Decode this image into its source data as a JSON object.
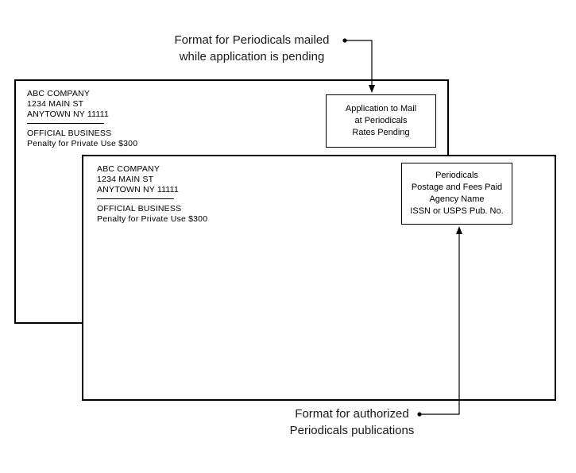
{
  "colors": {
    "ink": "#000000",
    "paper": "#ffffff"
  },
  "annotations": {
    "pending": {
      "line1": "Format for Periodicals mailed",
      "line2": "while application is pending"
    },
    "authorized": {
      "line1": "Format for authorized",
      "line2": "Periodicals publications"
    }
  },
  "envelope_pending": {
    "return_address": [
      "ABC COMPANY",
      "1234 MAIN ST",
      "ANYTOWN NY 11111"
    ],
    "official_business": "OFFICIAL BUSINESS",
    "penalty": "Penalty for Private Use $300",
    "permit_box": [
      "Application to Mail",
      "at Periodicals",
      "Rates Pending"
    ]
  },
  "envelope_authorized": {
    "return_address": [
      "ABC COMPANY",
      "1234 MAIN ST",
      "ANYTOWN NY 11111"
    ],
    "official_business": "OFFICIAL BUSINESS",
    "penalty": "Penalty for Private Use $300",
    "permit_box": [
      "Periodicals",
      "Postage and Fees Paid",
      "Agency Name",
      "ISSN or USPS Pub. No."
    ]
  }
}
